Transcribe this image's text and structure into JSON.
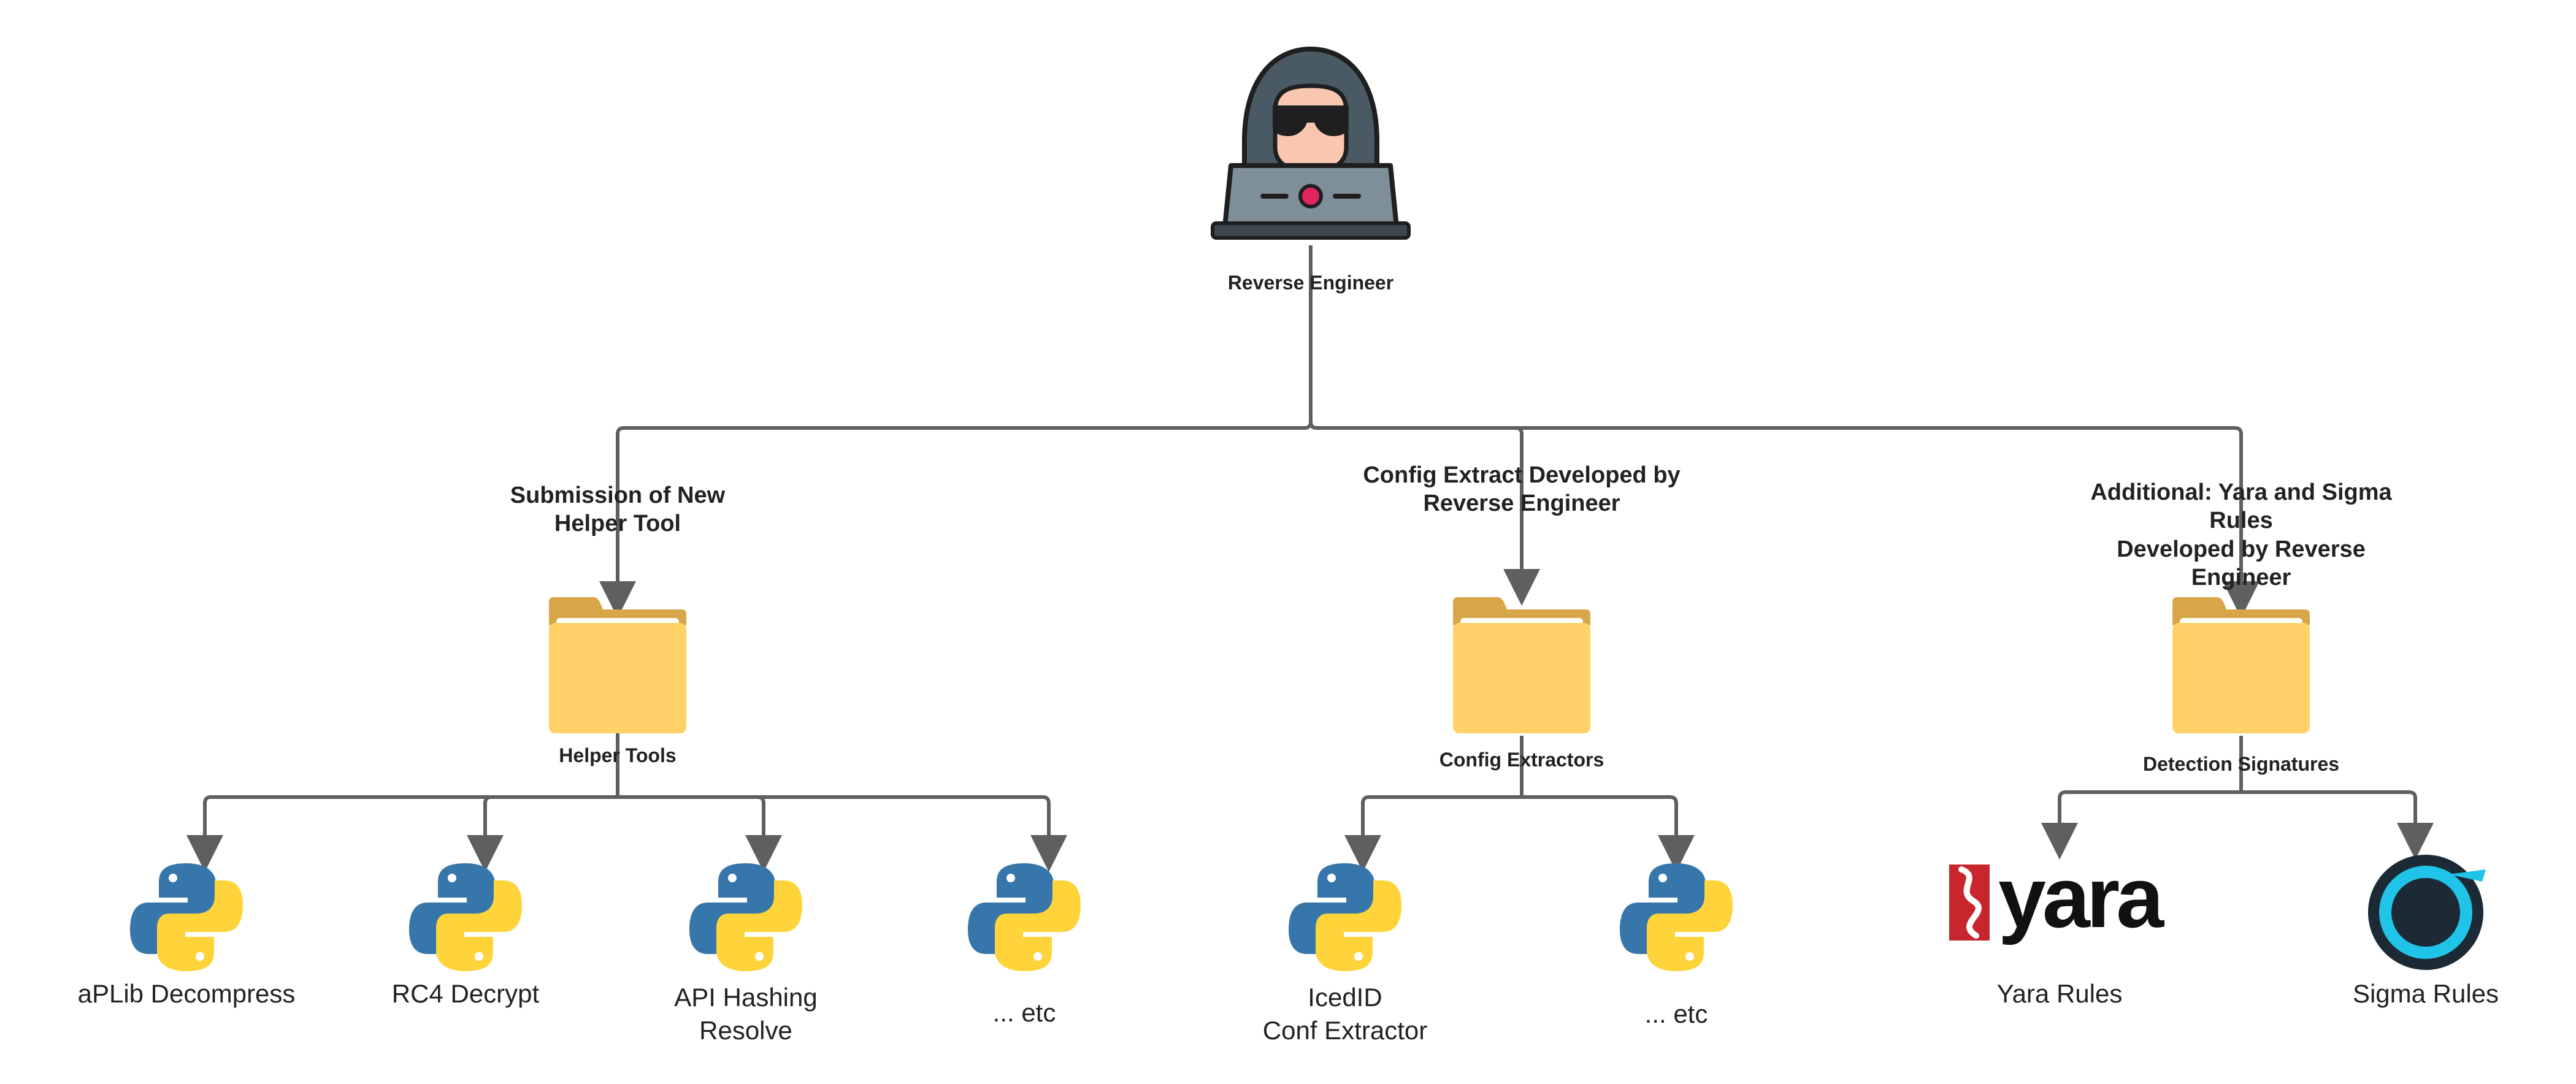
{
  "root": {
    "label": "Reverse Engineer",
    "icon": "hacker-laptop-icon"
  },
  "branches": [
    {
      "edge_label": "Submission of New\nHelper Tool",
      "folder_label": "Helper Tools",
      "leaves": [
        {
          "label": "aPLib Decompress",
          "icon": "python-icon"
        },
        {
          "label": "RC4 Decrypt",
          "icon": "python-icon"
        },
        {
          "label": "API Hashing\nResolve",
          "icon": "python-icon"
        },
        {
          "label": "... etc",
          "icon": "python-icon"
        }
      ]
    },
    {
      "edge_label": "Config Extract Developed by\nReverse Engineer",
      "folder_label": "Config Extractors",
      "leaves": [
        {
          "label": "IcedID\nConf Extractor",
          "icon": "python-icon"
        },
        {
          "label": "... etc",
          "icon": "python-icon"
        }
      ]
    },
    {
      "edge_label": "Additional: Yara and Sigma Rules\nDeveloped by Reverse Engineer",
      "folder_label": "Detection Signatures",
      "leaves": [
        {
          "label": "Yara Rules",
          "icon": "yara-logo",
          "logo_text": "yara"
        },
        {
          "label": "Sigma Rules",
          "icon": "sigma-logo"
        }
      ]
    }
  ],
  "colors": {
    "connector": "#5f5f5f",
    "folder_front": "#ffd166",
    "folder_back": "#d7a649",
    "python_blue": "#3776ab",
    "python_yellow": "#ffd43b",
    "yara_red": "#c8252c",
    "sigma_cyan": "#20c4e8",
    "hood": "#4a5a64"
  }
}
